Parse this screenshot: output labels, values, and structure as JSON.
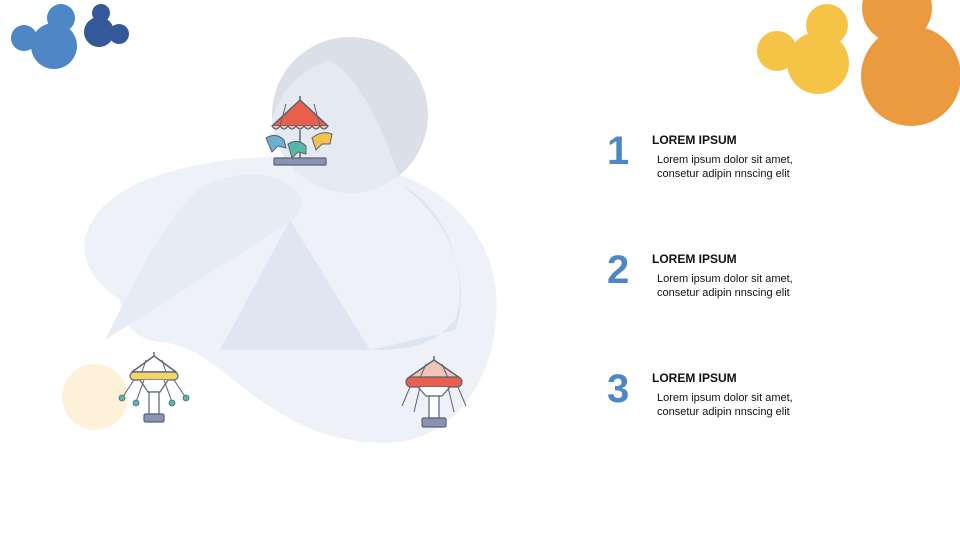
{
  "colors": {
    "accent_blue": "#4f86c6",
    "dark_blue": "#35589a",
    "yellow": "#f5c346",
    "orange": "#eb9a3f",
    "blob_light": "#eef2f8",
    "blob_mid": "#dde5f0",
    "circle_grey": "#d6dbe6"
  },
  "icons": {
    "mouse_left_large": "mouse-ears-blue-icon",
    "mouse_left_small": "mouse-ears-dark-blue-icon",
    "mouse_right_small": "mouse-ears-yellow-icon",
    "mouse_right_large": "mouse-ears-orange-icon",
    "carousel": "carousel-icon",
    "swing_ride_left": "swing-ride-yellow-icon",
    "swing_ride_right": "swing-ride-red-icon"
  },
  "items": [
    {
      "number": "1",
      "title": "LOREM IPSUM",
      "text": "Lorem ipsum dolor sit amet, consetur adipin nnscing elit"
    },
    {
      "number": "2",
      "title": "LOREM IPSUM",
      "text": "Lorem ipsum dolor sit amet, consetur adipin nnscing elit"
    },
    {
      "number": "3",
      "title": "LOREM IPSUM",
      "text": "Lorem ipsum dolor sit amet, consetur adipin nnscing elit"
    }
  ]
}
